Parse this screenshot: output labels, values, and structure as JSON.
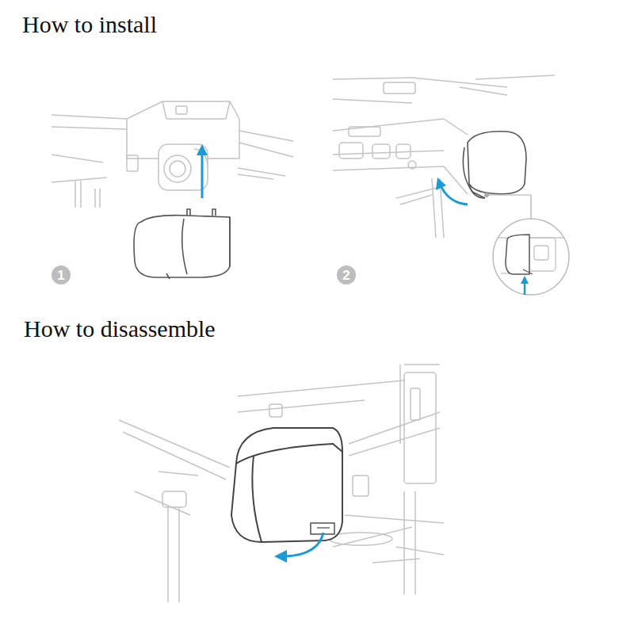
{
  "diagram": {
    "nodes": [
      {
        "text": [
          "1"
        ]
      },
      {
        "text": [
          "2"
        ]
      }
    ],
    "labels": [
      "How to install",
      "How to disassemble"
    ]
  }
}
